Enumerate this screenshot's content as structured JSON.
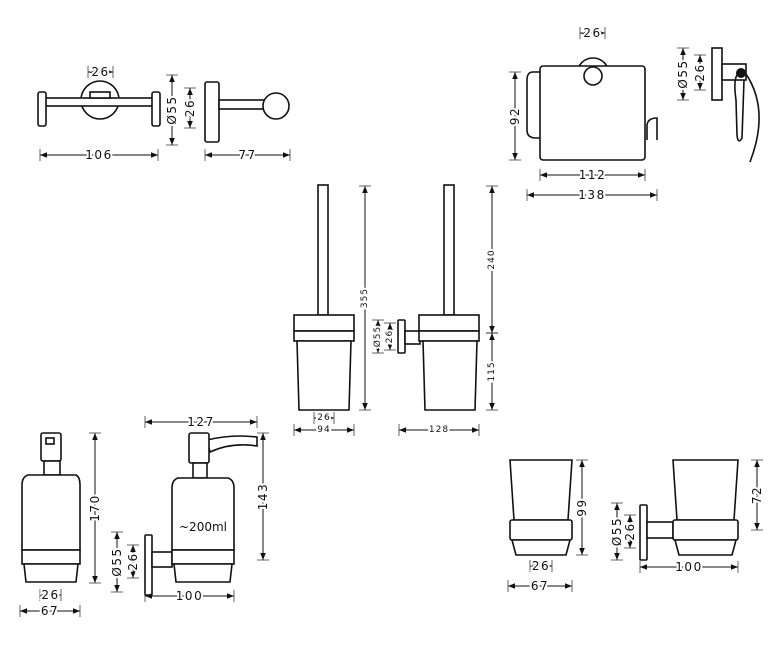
{
  "drawings": {
    "double_hook": {
      "rosette_width": "26",
      "diameter": "Ø55",
      "rosette_side": "26",
      "width": "106",
      "projection": "77"
    },
    "paper_holder": {
      "rosette": "26",
      "height": "92",
      "cover_width": "112",
      "width": "138",
      "diameter": "Ø55",
      "rosette_side": "26"
    },
    "brush_holder": {
      "height": "355",
      "rosette": "26",
      "width": "94"
    },
    "brush_holder_wall": {
      "handle": "240",
      "lower": "115",
      "diameter": "Ø55",
      "rosette": "26",
      "projection": "128"
    },
    "soap_dispenser": {
      "height": "170",
      "rosette": "26",
      "width": "67"
    },
    "soap_dispenser_wall": {
      "projection": "127",
      "height": "143",
      "diameter": "Ø55",
      "rosette": "26",
      "depth": "100",
      "volume": "~200ml"
    },
    "tumbler": {
      "height": "99",
      "rosette": "26",
      "width": "67"
    },
    "tumbler_wall": {
      "height": "72",
      "diameter": "Ø55",
      "rosette": "26",
      "projection": "100"
    }
  }
}
